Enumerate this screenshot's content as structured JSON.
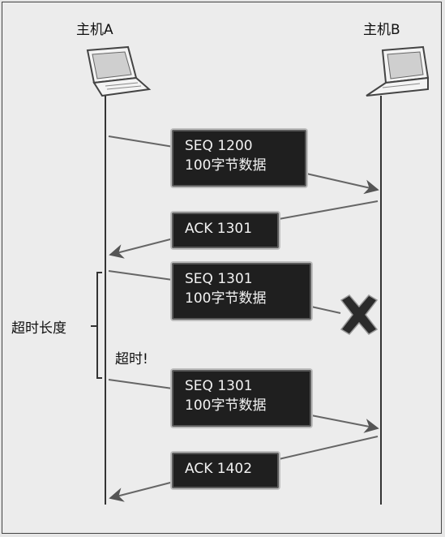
{
  "hosts": {
    "a": "主机A",
    "b": "主机B"
  },
  "messages": [
    {
      "line1": "SEQ 1200",
      "line2": "100字节数据"
    },
    {
      "line1": "ACK 1301"
    },
    {
      "line1": "SEQ 1301",
      "line2": "100字节数据"
    },
    {
      "line1": "SEQ 1301",
      "line2": "100字节数据"
    },
    {
      "line1": "ACK 1402"
    }
  ],
  "timeout_length_label": "超时长度",
  "timeout_label": "超时!",
  "icons": {
    "host_a": "laptop-icon",
    "host_b": "laptop-icon",
    "lost_packet": "x-mark-icon"
  },
  "colors": {
    "box_fill": "#1f1f1f",
    "box_text": "#f2f2f2",
    "line": "#333333",
    "lost_mark": "#2b2b2b"
  }
}
